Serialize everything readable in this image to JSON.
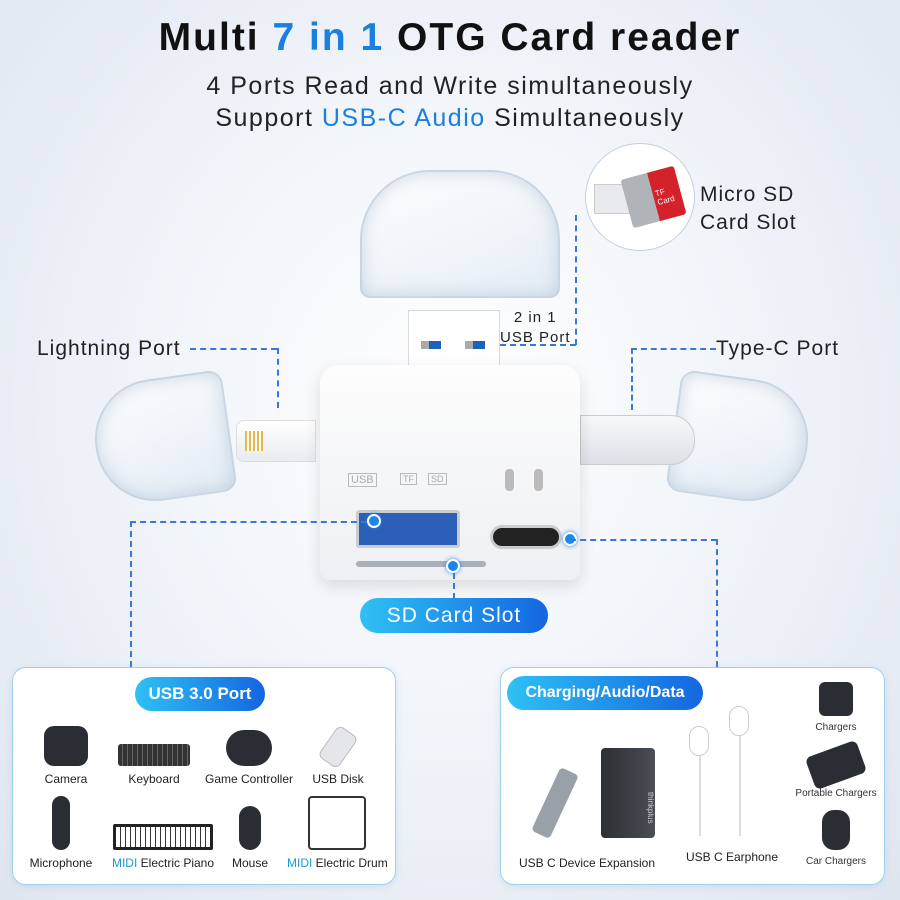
{
  "title": {
    "pre": "Multi ",
    "highlight": "7 in 1",
    "post": " OTG Card reader"
  },
  "subtitle1": "4 Ports Read and Write simultaneously",
  "subtitle2": {
    "pre": "Support ",
    "highlight": "USB-C Audio",
    "post": " Simultaneously"
  },
  "callouts": {
    "micro_sd_1": "Micro SD",
    "micro_sd_2": "Card Slot",
    "usb_1": "2 in 1",
    "usb_2": "USB Port",
    "lightning": "Lightning Port",
    "typec": "Type-C Port",
    "sd": "SD Card Slot"
  },
  "device_marks": {
    "usb": "USB",
    "tf": "TF",
    "sd": "SD"
  },
  "card_label": "TF Card",
  "left_panel": {
    "title": "USB 3.0 Port",
    "items": [
      {
        "label": "Camera"
      },
      {
        "label": "Keyboard"
      },
      {
        "label": "Game Controller"
      },
      {
        "label": "USB Disk"
      },
      {
        "label": "Microphone"
      },
      {
        "prefix": "MIDI",
        "label": " Electric Piano"
      },
      {
        "label": "Mouse"
      },
      {
        "prefix": "MIDI",
        "label": " Electric Drum"
      }
    ]
  },
  "right_panel": {
    "title": "Charging/Audio/Data",
    "items": [
      {
        "label": "USB C Device Expansion"
      },
      {
        "label": "USB C Earphone"
      },
      {
        "label": "Chargers"
      },
      {
        "label": "Portable Chargers"
      },
      {
        "label": "Car Chargers"
      }
    ],
    "brand": "thinkplus"
  },
  "colors": {
    "accent": "#1a7fe0",
    "line": "#3a78d8"
  }
}
